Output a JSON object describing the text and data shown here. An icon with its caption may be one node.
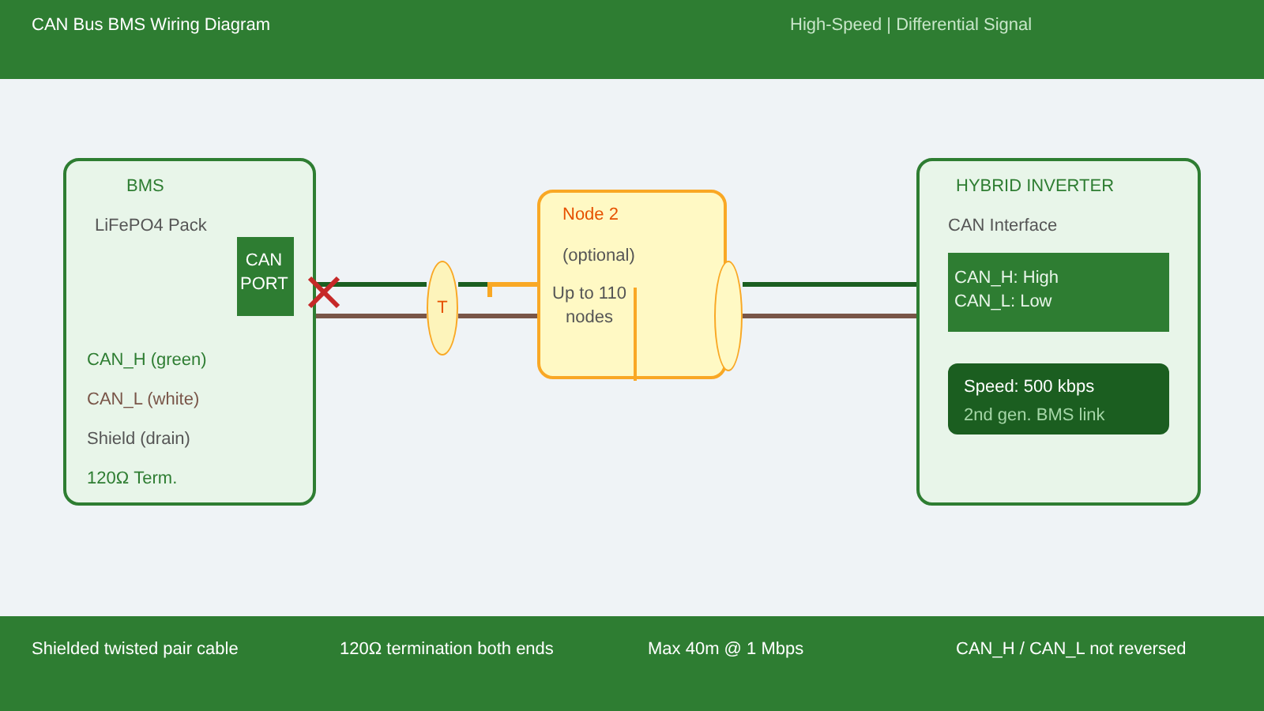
{
  "diagram": {
    "title": "CAN Bus BMS Wiring Diagram",
    "nodes": [
      {
        "text": [
          "BMS",
          "LiFePO4 Pack",
          "CAN_H (green)",
          "CAN_L (white)",
          "Shield (drain)",
          "120Ω Term."
        ]
      },
      {
        "text": [
          "CAN PORT"
        ],
        "in": 0
      },
      {
        "text": [
          "T"
        ]
      },
      {
        "text": [
          "Node 2",
          "(optional)",
          "Up to 110 nodes"
        ]
      },
      {
        "text": [],
        "shape": "ellipse"
      },
      {
        "text": [
          "HYBRID INVERTER",
          "CAN Interface"
        ]
      },
      {
        "text": [
          "CAN_H: High CAN_L: Low"
        ],
        "in": 5
      },
      {
        "text": [
          "Speed: 500 kbps",
          "2nd gen. BMS link"
        ],
        "in": 5
      }
    ],
    "edges": [
      {
        "from": 1,
        "to": 2,
        "arrow": "none",
        "color": "#1b5e20"
      },
      {
        "from": 1,
        "to": 2,
        "arrow": "none",
        "color": "#795548"
      },
      {
        "from": 2,
        "to": 3,
        "arrow": "none",
        "color": "#1b5e20"
      },
      {
        "from": 2,
        "to": 3,
        "arrow": "none",
        "color": "#795548"
      },
      {
        "from": 4,
        "to": 5,
        "arrow": "none",
        "color": "#1b5e20"
      },
      {
        "from": 4,
        "to": 5,
        "arrow": "none",
        "color": "#795548"
      },
      {
        "from": null,
        "to": 3,
        "arrow": "none",
        "color": "#f9a825"
      }
    ],
    "labels": [
      "High-Speed | Differential Signal",
      "Shielded twisted pair cable",
      "120Ω termination both ends",
      "Max 40m @ 1 Mbps",
      "CAN_H / CAN_L not reversed"
    ]
  }
}
